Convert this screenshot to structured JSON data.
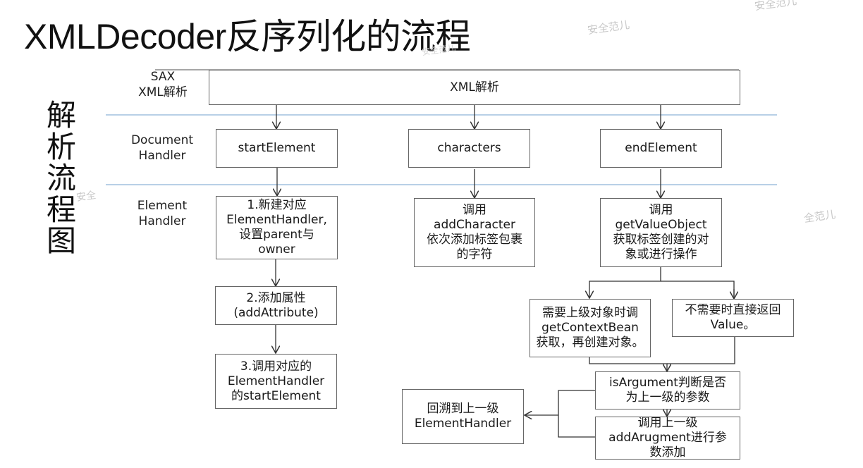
{
  "title": "XMLDecoder反序列化的流程",
  "side_title_chars": [
    "解",
    "析",
    "流",
    "程",
    "图"
  ],
  "watermarks": [
    "安全范儿",
    "安全范儿",
    "全范儿",
    "安全",
    "安全范儿"
  ],
  "lanes": {
    "sax": "SAX\nXML解析",
    "document_handler": "Document\nHandler",
    "element_handler": "Element\nHandler"
  },
  "nodes": {
    "xml_parse": "XML解析",
    "start_element": "startElement",
    "characters": "characters",
    "end_element": "endElement",
    "step1": "1.新建对应\nElementHandler,\n设置parent与\nowner",
    "step2": "2.添加属性\n(addAttribute)",
    "step3": "3.调用对应的\nElementHandler\n的startElement",
    "add_character": "调用\naddCharacter\n依次添加标签包裹\n的字符",
    "get_value_object": "调用\ngetValueObject\n获取标签创建的对\n象或进行操作",
    "need_parent": "需要上级对象时调\ngetContextBean\n获取，再创建对象。",
    "return_value": "不需要时直接返回\nValue。",
    "is_argument": "isArgument判断是否\n为上一级的参数",
    "add_argument": "调用上一级\naddArugment进行参\n数添加",
    "backtrack": "回溯到上一级\nElementHandler"
  },
  "colors": {
    "lane_divider": "#b8d0e6",
    "box_border": "#666666",
    "arrow": "#333333",
    "watermark": "#c8c8c8"
  }
}
